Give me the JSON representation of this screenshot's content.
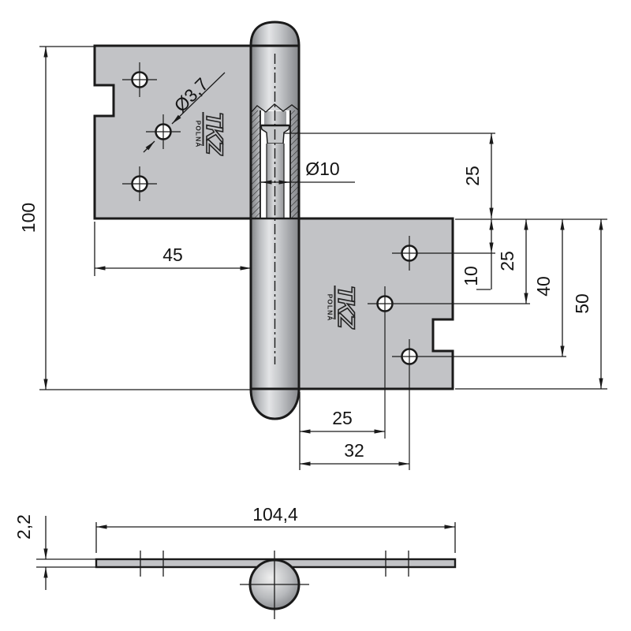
{
  "colors": {
    "background": "#ffffff",
    "plate_fill": "#c2c3c6",
    "line": "#1a1a1a"
  },
  "logo": {
    "brand": "TKZ",
    "sub": "POLNÁ"
  },
  "dims": {
    "overall_height": "100",
    "left_leaf_width": "45",
    "screw_hole_diameter": "Ø3,7",
    "pin_diameter": "Ø10",
    "knuckle_offset": "25",
    "hole_row_1": "10",
    "hole_row_2": "25",
    "hole_row_3": "40",
    "right_leaf_height": "50",
    "hole_col_1": "25",
    "hole_col_2": "32",
    "overall_width": "104,4",
    "leaf_thickness": "2,2"
  }
}
